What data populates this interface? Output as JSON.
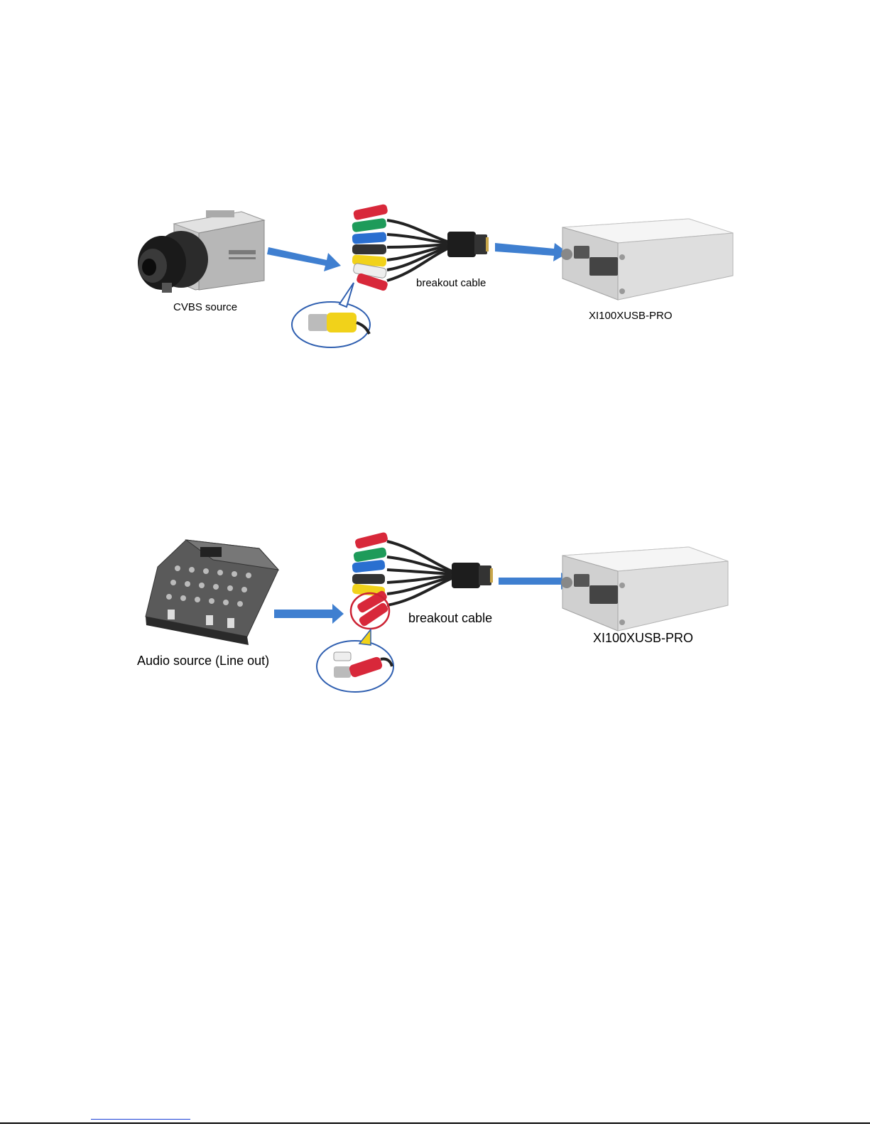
{
  "diagrams": [
    {
      "source_label": "CVBS source",
      "cable_label": "breakout cable",
      "device_label": "XI100XUSB-PRO"
    },
    {
      "source_label": "Audio source (Line out)",
      "cable_label": "breakout cable",
      "device_label": "XI100XUSB-PRO"
    }
  ],
  "colors": {
    "arrow": "#3f7fd0",
    "callout": "#2f5fb0",
    "highlight": "#cc2233",
    "rca_red": "#d8283a",
    "rca_green": "#1e9b5a",
    "rca_blue": "#2a6fd0",
    "rca_yellow": "#f1d21a",
    "rca_white": "#eeeeee",
    "device": "#e9e9e9"
  },
  "icons": [
    "camera-icon",
    "breakout-cable-icon",
    "capture-device-icon",
    "audio-mixer-icon",
    "rca-plug-icon",
    "arrow-icon"
  ]
}
